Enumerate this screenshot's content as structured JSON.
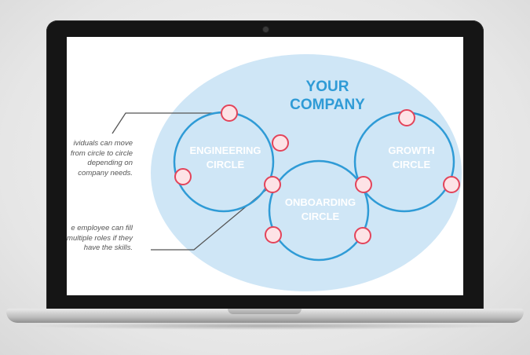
{
  "diagram": {
    "company_label_line1": "YOUR",
    "company_label_line2": "COMPANY",
    "circles": {
      "engineering_line1": "ENGINEERING",
      "engineering_line2": "CIRCLE",
      "growth_line1": "GROWTH",
      "growth_line2": "CIRCLE",
      "onboarding_line1": "ONBOARDING",
      "onboarding_line2": "CIRCLE"
    },
    "notes": {
      "note1": "ividuals can move\nfrom circle to circle\ndepending on\ncompany needs.",
      "note2": "e employee can fill\nmultiple roles if they\nhave the skills."
    }
  },
  "colors": {
    "ellipse_fill": "#cfe6f6",
    "circle_stroke": "#2f9bd6",
    "node_fill": "#fde3e6",
    "node_stroke": "#e3445a",
    "title_text": "#2f9bd6",
    "circle_text": "#ffffff"
  }
}
